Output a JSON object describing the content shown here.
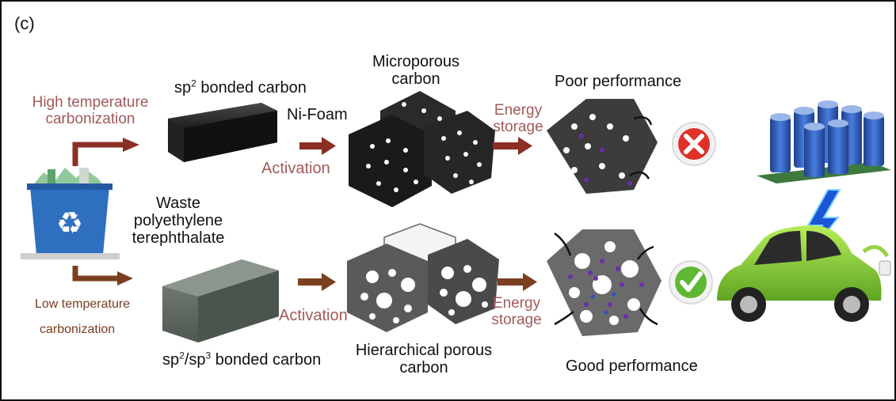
{
  "panel_label": "(c)",
  "top_row": {
    "branch_label_line1": "High temperature",
    "branch_label_line2": "carbonization",
    "product_prefix": "sp",
    "product_sup": "2",
    "product_suffix": " bonded carbon",
    "substrate_label": "Ni-Foam",
    "step_label": "Activation",
    "porous_label_line1": "Microporous",
    "porous_label_line2": "carbon",
    "storage_line1": "Energy",
    "storage_line2": "storage",
    "result_label": "Poor performance"
  },
  "bottom_row": {
    "branch_label_line1": "Low temperature",
    "branch_label_line2": "carbonization",
    "product_p1": "sp",
    "product_sup1": "2",
    "product_p2": "/sp",
    "product_sup2": "3",
    "product_suffix": " bonded carbon",
    "step_label": "Activation",
    "porous_label_line1": "Hierarchical porous",
    "porous_label_line2": "carbon",
    "storage_line1": "Energy",
    "storage_line2": "storage",
    "result_label": "Good performance"
  },
  "source": {
    "line1": "Waste",
    "line2": "polyethylene",
    "line3": "terephthalate"
  },
  "colors": {
    "top_arrow": "#8b2e24",
    "bottom_arrow": "#7a4020",
    "bad_mark": "#e0302a",
    "good_mark": "#5fb833",
    "bin": "#2f6fc0",
    "car": "#8fd13a",
    "capacitor": "#2f5fb5"
  }
}
